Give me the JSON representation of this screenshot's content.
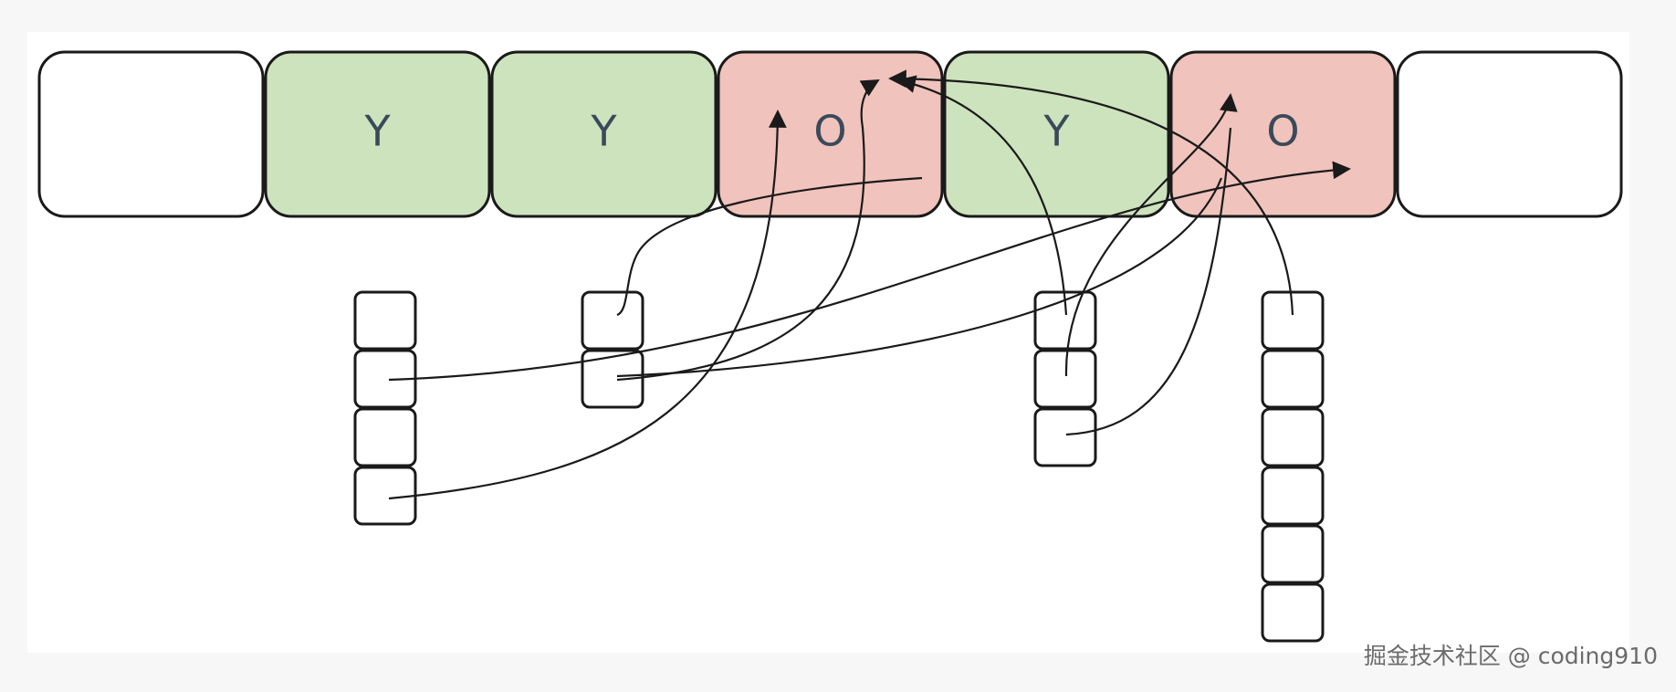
{
  "regions": [
    {
      "label": "",
      "kind": "empty"
    },
    {
      "label": "Y",
      "kind": "young"
    },
    {
      "label": "Y",
      "kind": "young"
    },
    {
      "label": "O",
      "kind": "old"
    },
    {
      "label": "Y",
      "kind": "young"
    },
    {
      "label": "O",
      "kind": "old"
    },
    {
      "label": "",
      "kind": "empty"
    }
  ],
  "colors": {
    "young": "#cde3bd",
    "old": "#f0c3bc",
    "empty": "#ffffff",
    "stroke": "#1a1a1a"
  },
  "card_tables": [
    {
      "cells": 4
    },
    {
      "cells": 2
    },
    {
      "cells": 3
    },
    {
      "cells": 6
    }
  ],
  "watermark": "掘金技术社区 @ coding910"
}
